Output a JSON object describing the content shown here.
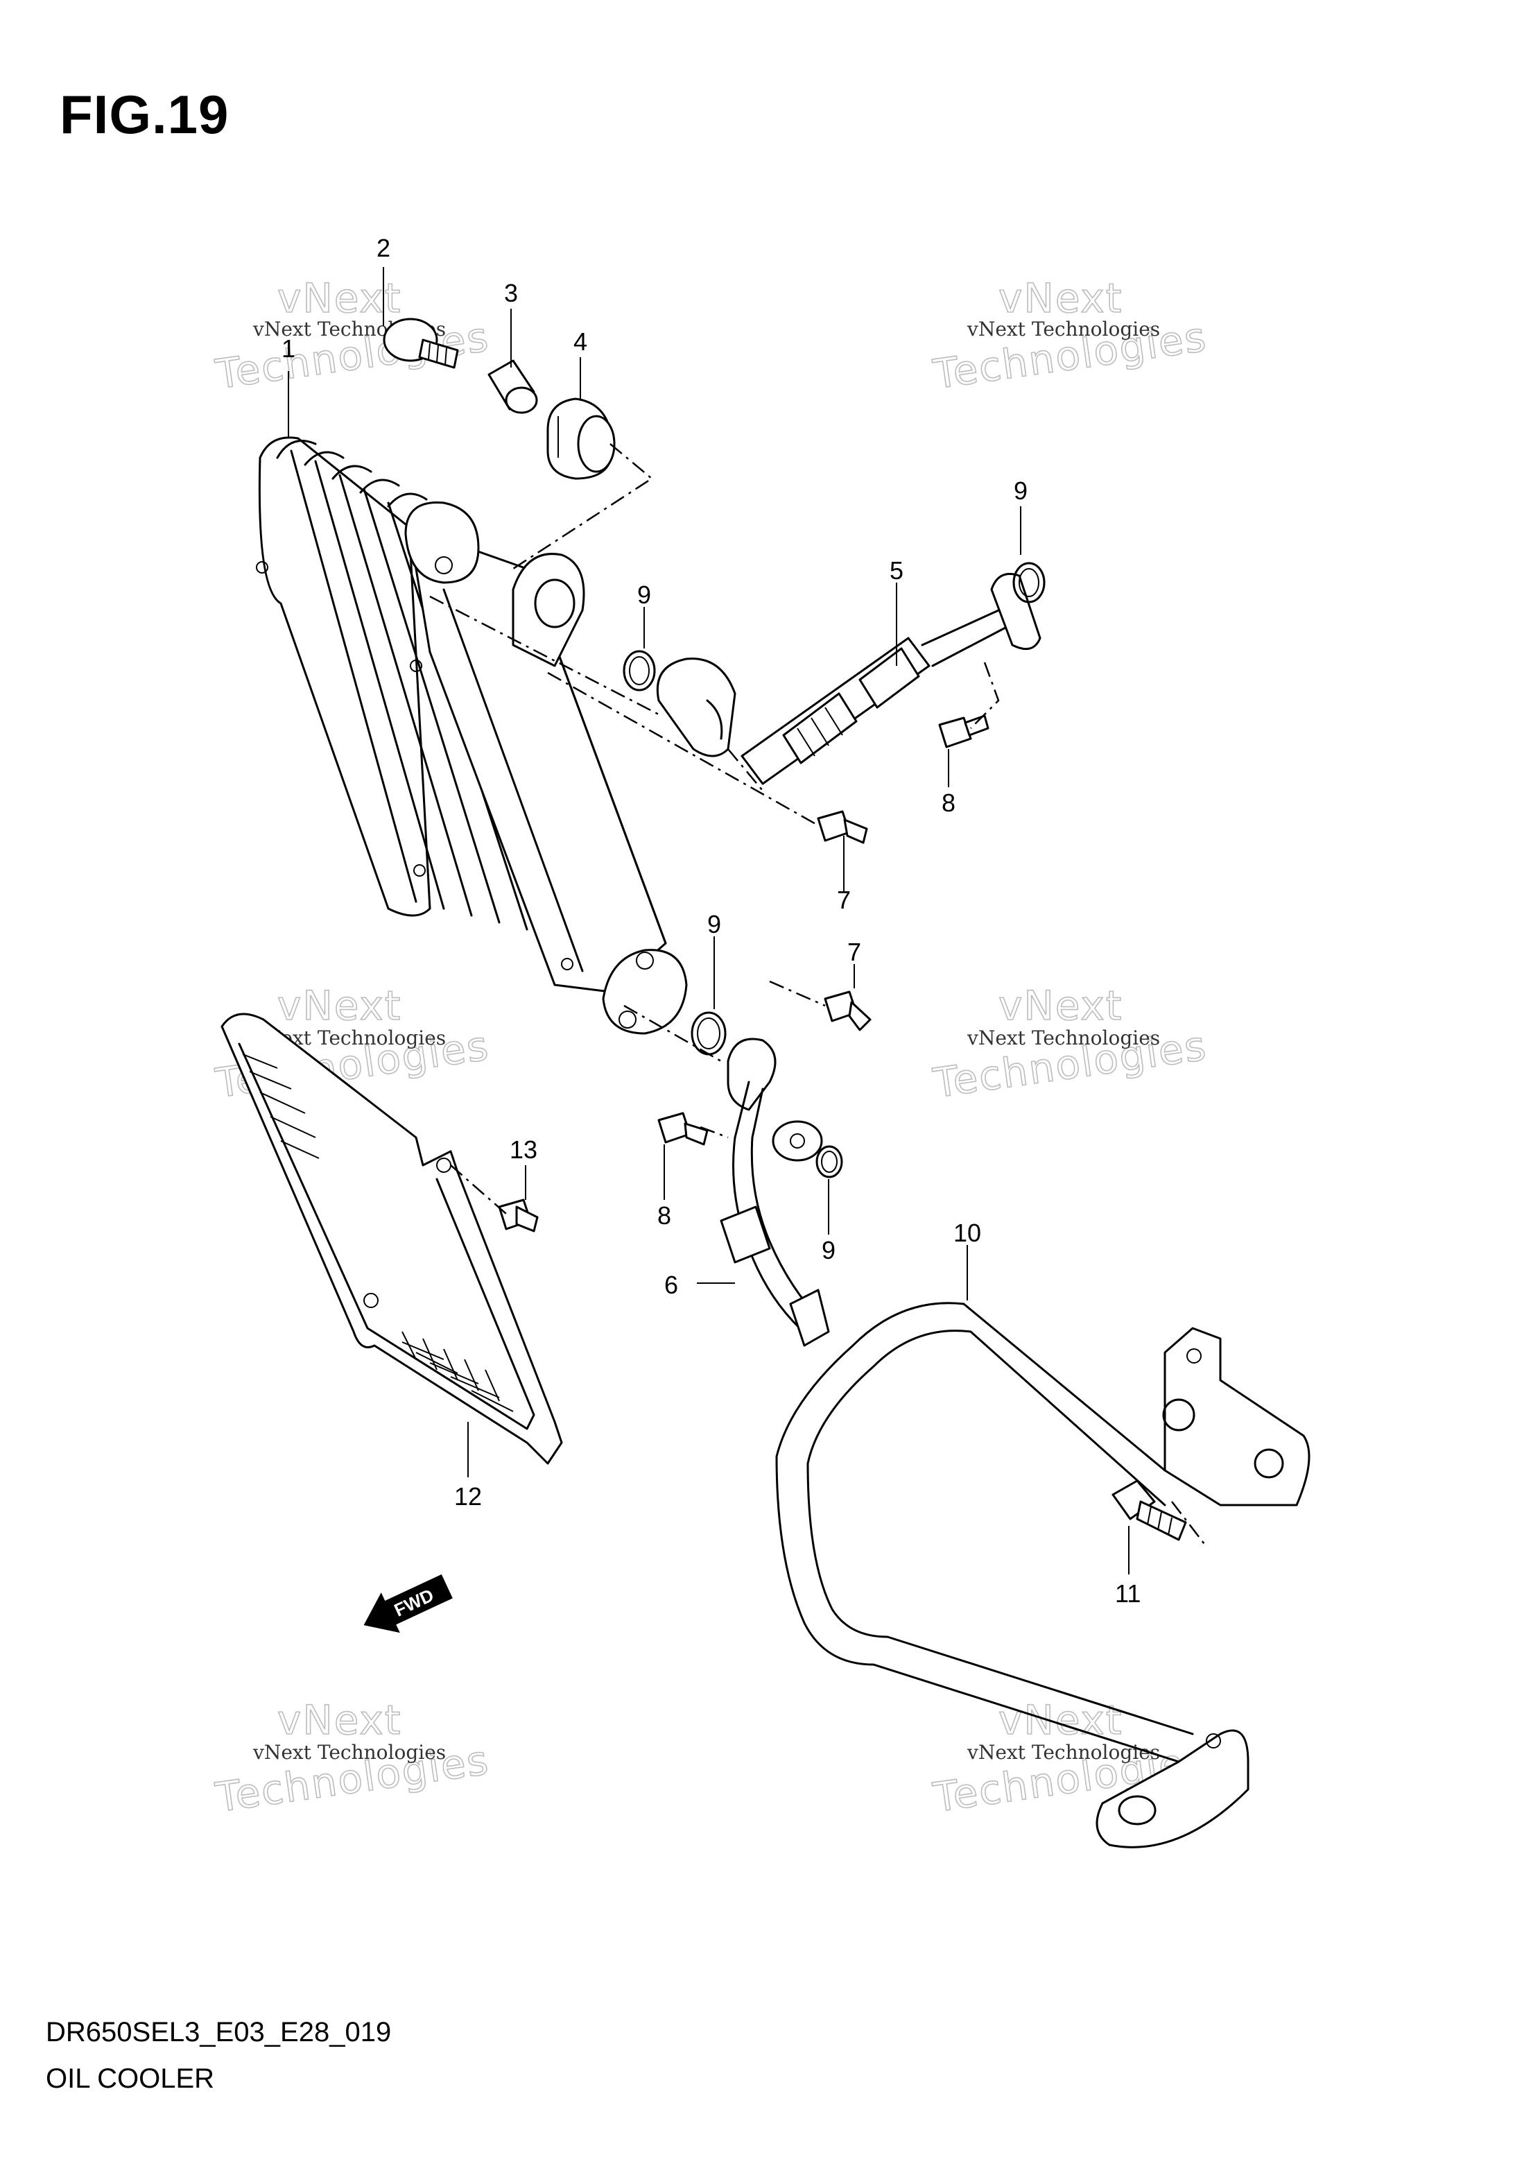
{
  "figure": {
    "title": "FIG.19",
    "code": "DR650SEL3_E03_E28_019",
    "name": "OIL COOLER"
  },
  "watermark": {
    "line_small": "vNext Technologies",
    "word_top": "vNext",
    "word_bottom": "Technologies"
  },
  "fwd_label": "FWD",
  "callouts": {
    "c1": "1",
    "c2": "2",
    "c3": "3",
    "c4": "4",
    "c5": "5",
    "c6": "6",
    "c7a": "7",
    "c7b": "7",
    "c8a": "8",
    "c8b": "8",
    "c9a": "9",
    "c9b": "9",
    "c9c": "9",
    "c9d": "9",
    "c10": "10",
    "c11": "11",
    "c12": "12",
    "c13": "13"
  }
}
